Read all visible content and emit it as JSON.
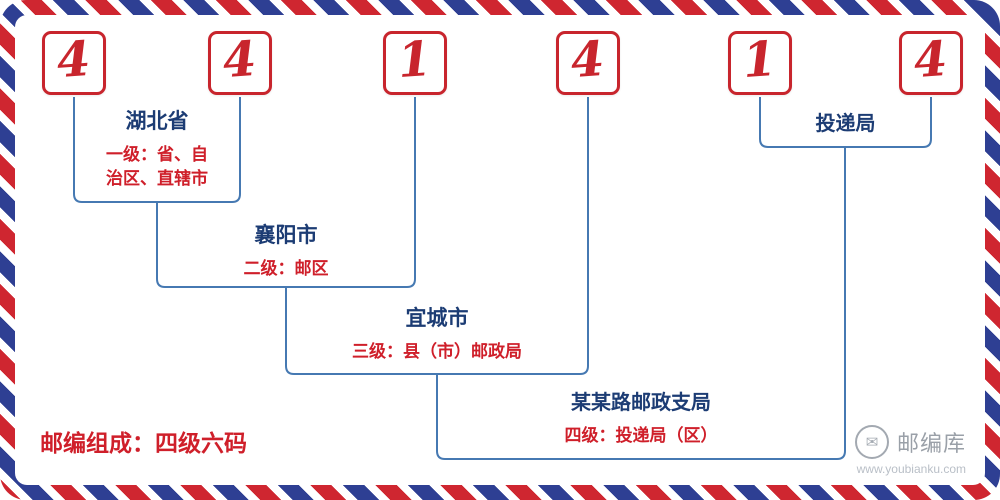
{
  "digits": [
    "4",
    "4",
    "1",
    "4",
    "1",
    "4"
  ],
  "levels": {
    "province": {
      "name": "湖北省",
      "desc": "一级：省、自\n治区、直辖市"
    },
    "district": {
      "name": "襄阳市",
      "desc": "二级：邮区"
    },
    "county": {
      "name": "宜城市",
      "desc": "三级：县（市）邮政局"
    },
    "branch": {
      "name": "某某路邮政支局",
      "desc": "四级：投递局（区）"
    },
    "delivery": {
      "name": "投递局"
    }
  },
  "footer": {
    "composition": "邮编组成：四级六码"
  },
  "logo": {
    "name": "邮编库",
    "url": "www.youbianku.com"
  },
  "colors": {
    "digit_red": "#c8252d",
    "desc_red": "#cf1f2a",
    "place_navy": "#1c3c74",
    "line_blue": "#4679b2",
    "stripe_red": "#cf2630",
    "stripe_blue": "#2e3f93"
  }
}
